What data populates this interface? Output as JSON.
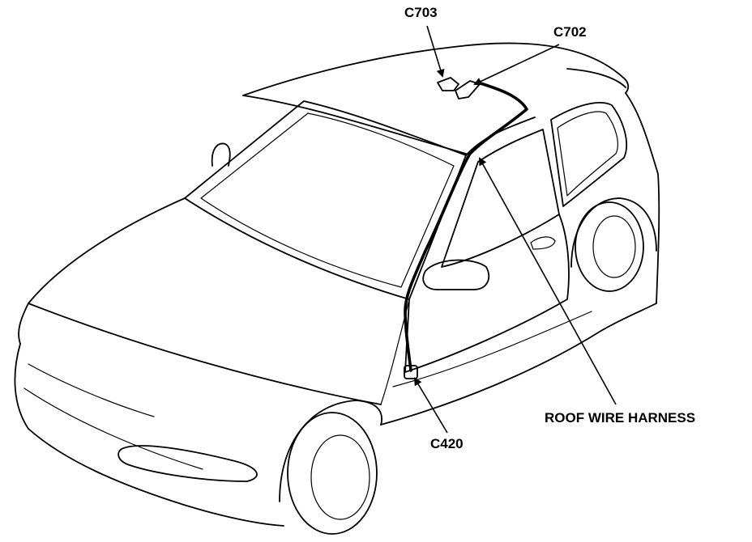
{
  "labels": {
    "c703": "C703",
    "c702": "C702",
    "c420": "C420",
    "harness": "ROOF WIRE HARNESS"
  },
  "colors": {
    "line": "#000000",
    "background": "#ffffff"
  }
}
